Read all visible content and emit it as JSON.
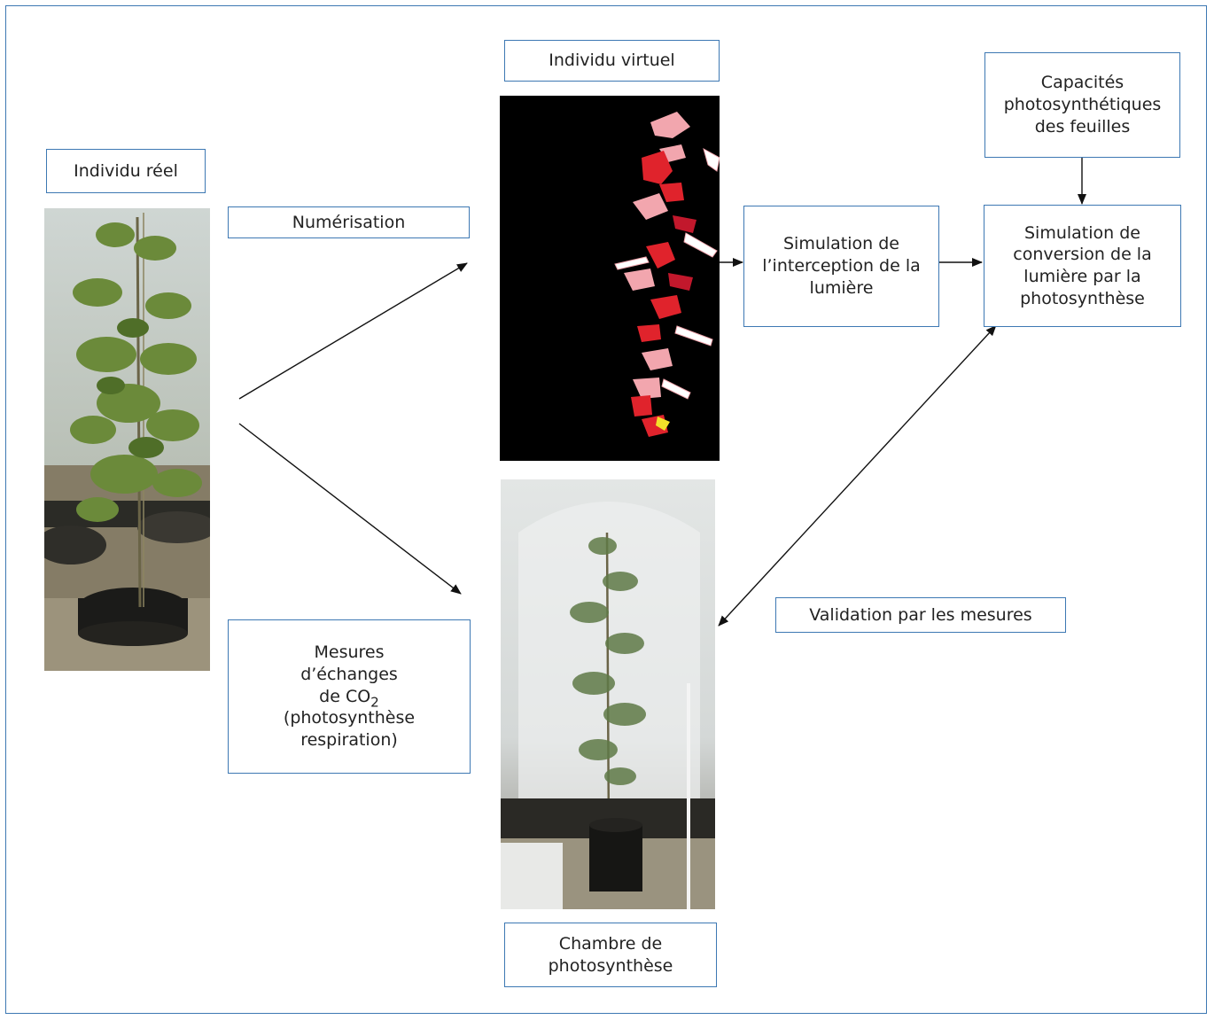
{
  "labels": {
    "individu_reel": "Individu réel",
    "numerisation": "Numérisation",
    "individu_virtuel": "Individu virtuel",
    "capacites": "Capacités photosynthétiques des feuilles",
    "simulation_interception": "Simulation de l’interception de la lumière",
    "simulation_conversion": "Simulation de conversion de la lumière par la photosynthèse",
    "mesures_line1": "Mesures d’échanges",
    "mesures_line2_prefix": "de CO",
    "mesures_line2_sub": "2",
    "mesures_line3": "(photosynthèse respiration)",
    "validation": "Validation par les mesures",
    "chambre": "Chambre de photosynthèse"
  },
  "images": {
    "real_plant": "photo of young tree in pot outdoors",
    "virtual_plant": "3D virtual plant leaves rendering on black background",
    "chamber": "plant inside transparent photosynthesis chamber"
  },
  "colors": {
    "accent": "#3d78b3",
    "virtual_bg": "#000000",
    "leaf_red": "#e0232c",
    "leaf_pink": "#f2a6ae"
  }
}
